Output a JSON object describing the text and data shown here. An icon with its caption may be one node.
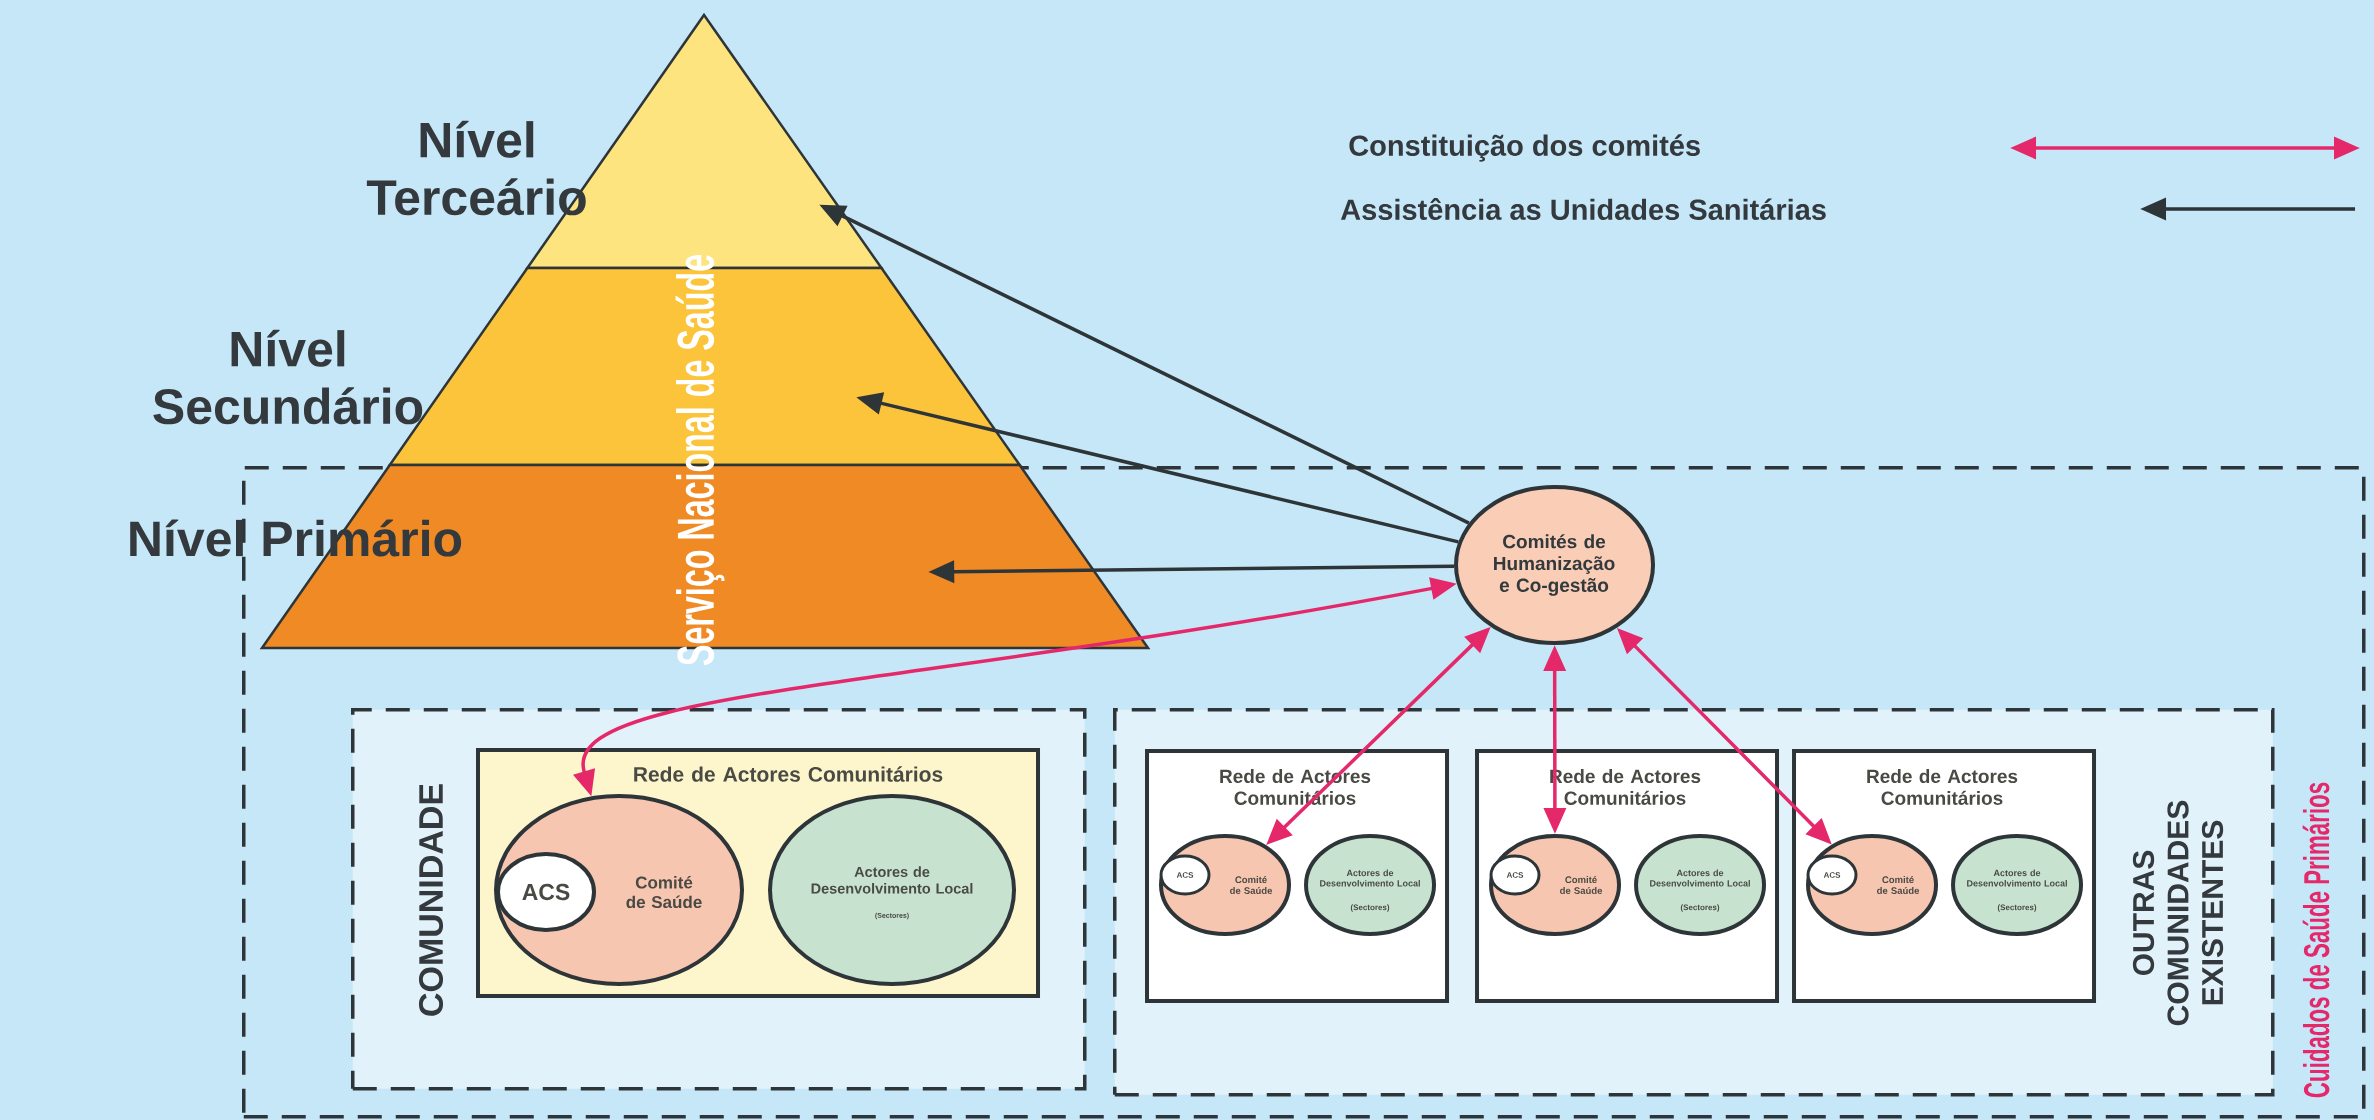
{
  "diagram": {
    "nodes": [
      {
        "text": [
          "Cuidados de Saúde Primários"
        ]
      },
      {
        "text": [
          "Nível Terceário"
        ]
      },
      {
        "text": [
          "Nível Secundário"
        ]
      },
      {
        "text": [
          "Nível Primário"
        ],
        "in": 0
      },
      {
        "text": [
          "Comités de Humanização e Co-gestão"
        ],
        "in": 0
      },
      {
        "text": [
          "COMUNIDADE"
        ],
        "in": 0
      },
      {
        "text": [
          "Rede de Actores Comunitários"
        ],
        "in": 5
      },
      {
        "text": [
          "Comité de Saúde"
        ],
        "in": 6
      },
      {
        "text": [
          "ACS"
        ],
        "in": 7
      },
      {
        "text": [
          "Actores de Desenvolvimento Local",
          "(Sectores)"
        ],
        "in": 6
      },
      {
        "text": [
          "OUTRAS COMUNIDADES EXISTENTES"
        ],
        "in": 0
      },
      {
        "text": [
          "Rede de Actores Comunitários"
        ],
        "in": 10
      },
      {
        "text": [
          "Comité de Saúde"
        ],
        "in": 11
      },
      {
        "text": [
          "ACS"
        ],
        "in": 12
      },
      {
        "text": [
          "Actores de Desenvolvimento Local",
          "(Sectores)"
        ],
        "in": 11
      },
      {
        "text": [
          "Rede de Actores Comunitários"
        ],
        "in": 10
      },
      {
        "text": [
          "Comité de Saúde"
        ],
        "in": 15
      },
      {
        "text": [
          "ACS"
        ],
        "in": 16
      },
      {
        "text": [
          "Actores de Desenvolvimento Local",
          "(Sectores)"
        ],
        "in": 15
      },
      {
        "text": [
          "Rede de Actores Comunitários"
        ],
        "in": 10
      },
      {
        "text": [
          "Comité de Saúde"
        ],
        "in": 19
      },
      {
        "text": [
          "ACS"
        ],
        "in": 20
      },
      {
        "text": [
          "Actores de Desenvolvimento Local",
          "(Sectores)"
        ],
        "in": 19
      }
    ],
    "edges": [
      {
        "from": 4,
        "to": 1,
        "arrow": "to",
        "color": "#2e3539"
      },
      {
        "from": 4,
        "to": 2,
        "arrow": "to",
        "color": "#2e3539"
      },
      {
        "from": 4,
        "to": 3,
        "arrow": "to",
        "color": "#2e3539"
      },
      {
        "from": 4,
        "to": 7,
        "arrow": "both",
        "color": "#e4286a"
      },
      {
        "from": 4,
        "to": 12,
        "arrow": "both",
        "color": "#e4286a"
      },
      {
        "from": 4,
        "to": 16,
        "arrow": "both",
        "color": "#e4286a"
      },
      {
        "from": 4,
        "to": 20,
        "arrow": "both",
        "color": "#e4286a"
      }
    ],
    "labels": [
      "Serviço Nacional de Saúde"
    ],
    "legend": [
      {
        "text": "Constituição dos comités"
      },
      {
        "text": "Assistência as Unidades Sanitárias"
      }
    ]
  }
}
